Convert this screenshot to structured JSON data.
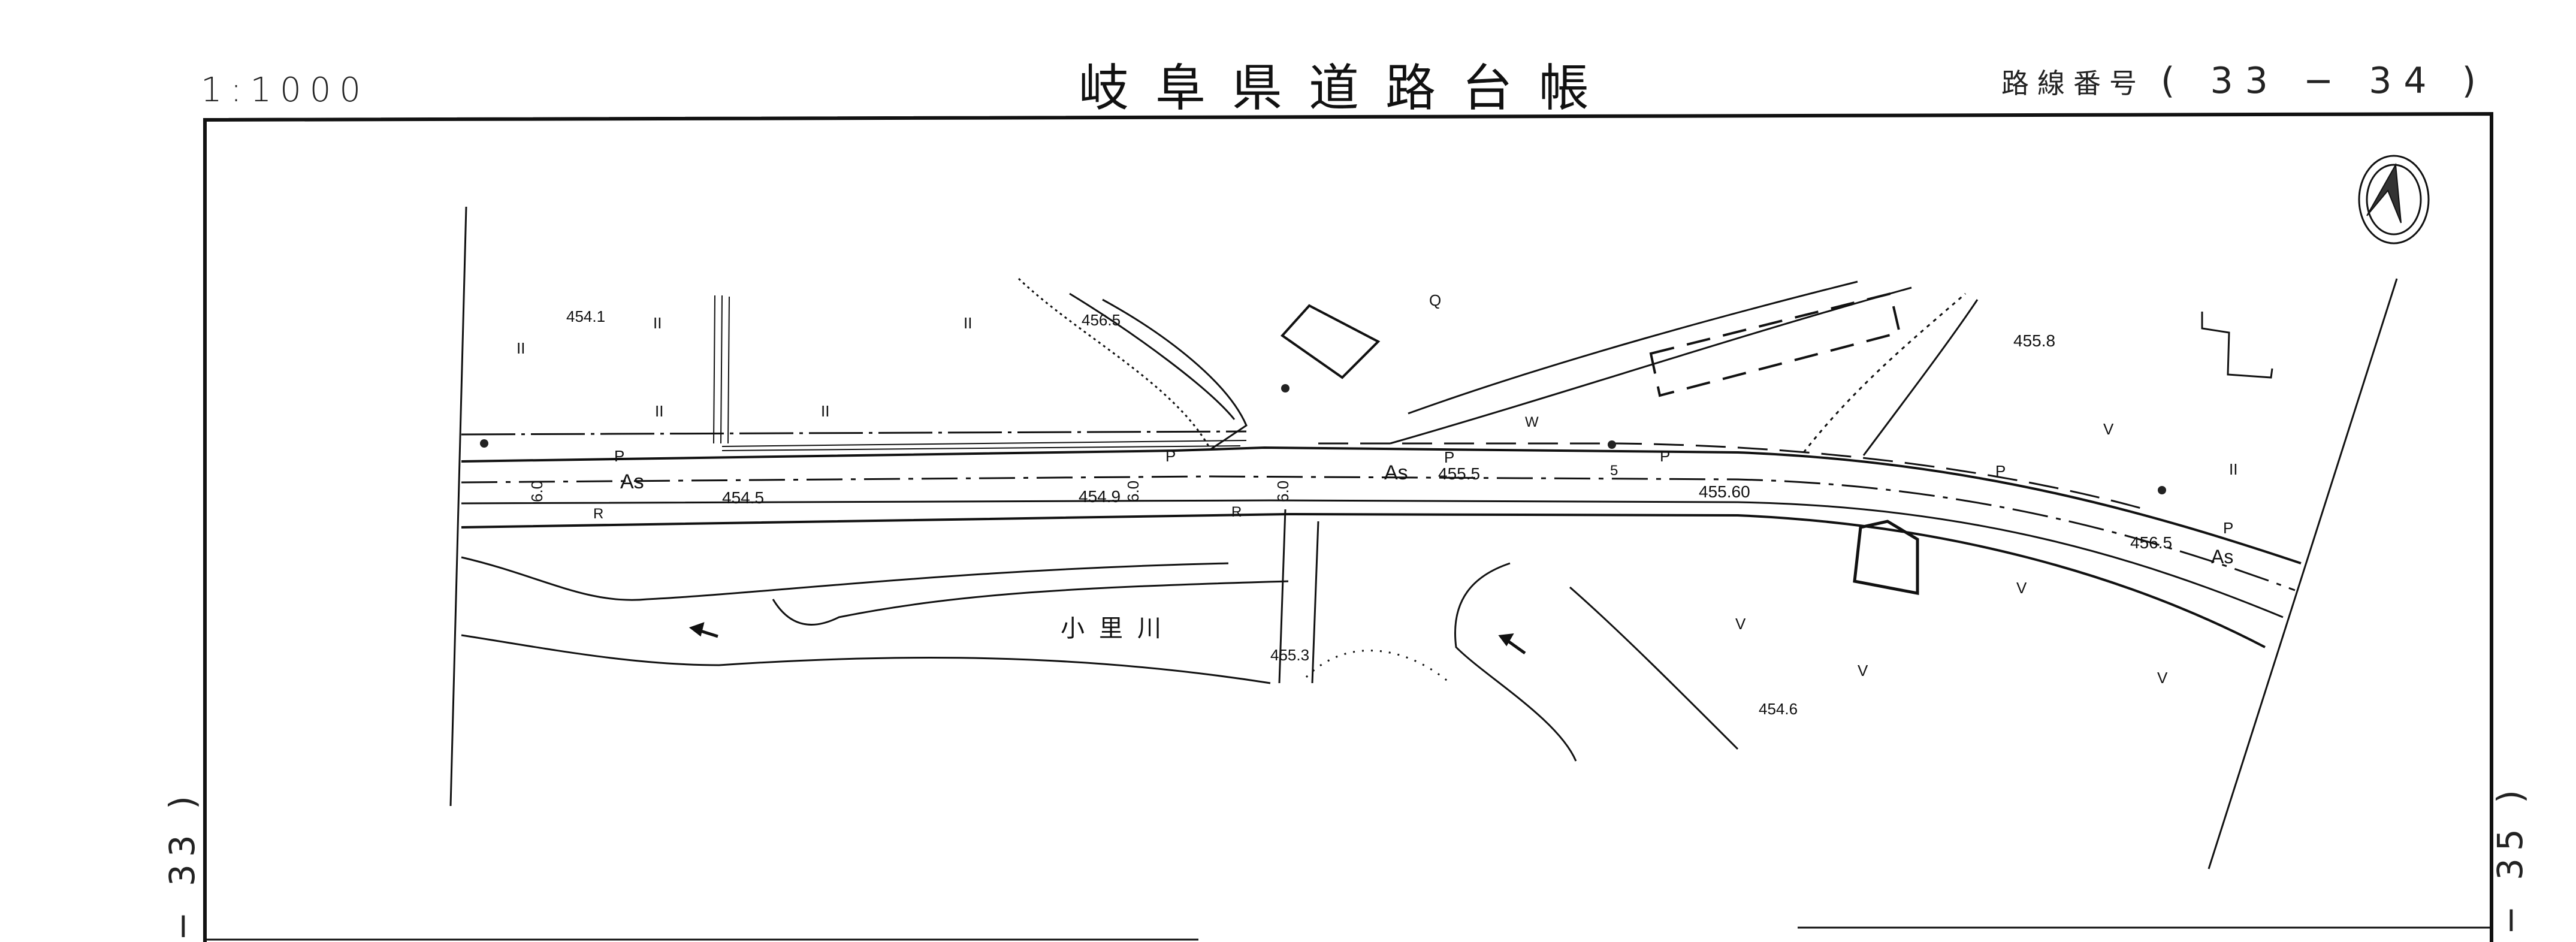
{
  "header": {
    "scale": "1:1000",
    "title": "岐阜県道路台帳",
    "route_label": "路線番号",
    "route_number": "( 33 − 34 )"
  },
  "adjacent_sheets": {
    "left": "− 33 )",
    "right": "− 35 )"
  },
  "map": {
    "north_arrow": "north-arrow-icon",
    "river_name": "小里川",
    "surface_labels": [
      "As",
      "As",
      "As"
    ],
    "elevations": [
      "454.1",
      "456.5",
      "454.5",
      "454.9",
      "455.5",
      "455.60",
      "455.8",
      "456.5",
      "455.3",
      "454.6"
    ],
    "width_labels": [
      "6.0",
      "6.0",
      "6.0"
    ],
    "symbols": {
      "P": "P",
      "R": "R",
      "W": "W",
      "Q": "Q",
      "station": "5",
      "paddy": "II",
      "field": "V"
    }
  }
}
